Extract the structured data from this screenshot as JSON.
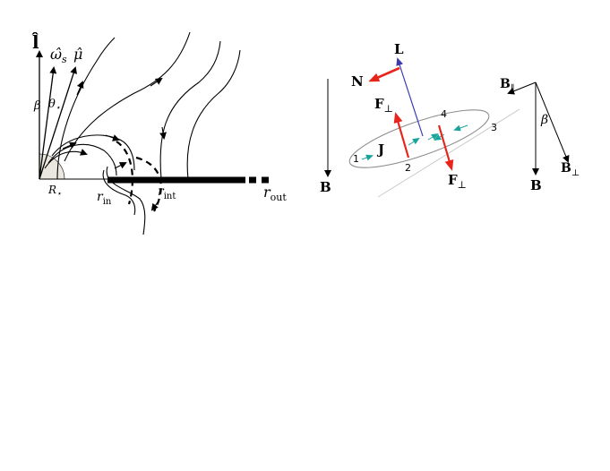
{
  "colors": {
    "ink": "#000000",
    "force": "#e8251b",
    "angular_momentum": "#3b3bb0",
    "current": "#1aa39a",
    "disk_outline": "#8a8a8a",
    "guide_line": "#c8c8c8",
    "star_fill": "#e9e7de"
  },
  "left_panel": {
    "axis_l": "l̂",
    "axis_omega": "ω̂",
    "axis_omega_sub": "s",
    "axis_mu": "μ̂",
    "angle_beta": "β",
    "angle_theta": "θ",
    "angle_theta_sub": "⋆",
    "star_radius": "R",
    "star_radius_sub": "⋆",
    "inner_radius": "r",
    "inner_radius_sub": "in",
    "interface_radius": "r",
    "interface_radius_sub": "int",
    "outer_radius": "r",
    "outer_radius_sub": "out"
  },
  "right_panel": {
    "torque_label": "N",
    "angmom_label": "L",
    "force_upper": "F",
    "force_lower": "F",
    "perp_sub": "⊥",
    "current_label": "J",
    "field_left": "B",
    "field_right": "B",
    "field_parallel": "B",
    "parallel_sub": "∥",
    "field_perp": "B",
    "angle_beta": "β",
    "point_1": "1",
    "point_2": "2",
    "point_3": "3",
    "point_4": "4"
  }
}
